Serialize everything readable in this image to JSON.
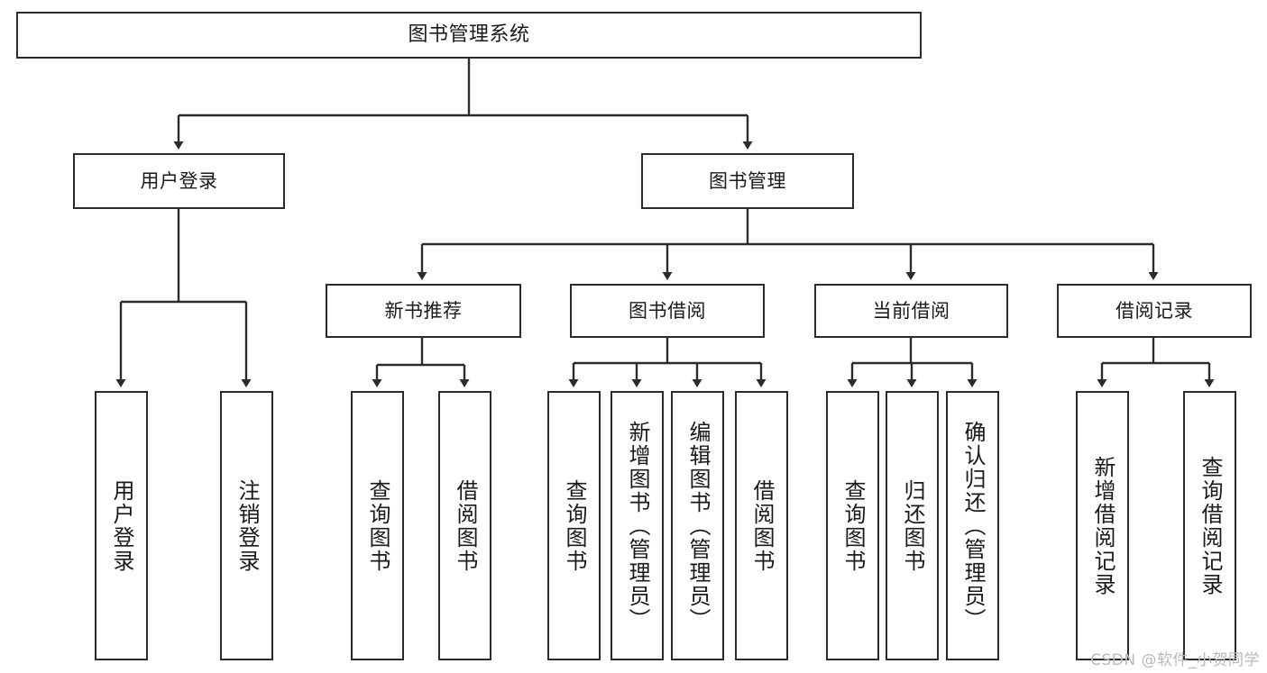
{
  "diagram": {
    "title": "图书管理系统",
    "type": "hierarchy-tree",
    "watermark": "CSDN @软件_小贺同学",
    "stroke_color": "#2b2b2b",
    "fill_color": "#ffffff",
    "text_color": "#1a1a1a",
    "watermark_color": "#b9b9b9"
  },
  "levels": {
    "level1": [
      {
        "id": "root",
        "label": "图书管理系统"
      }
    ],
    "level2": [
      {
        "id": "user-login",
        "label": "用户登录"
      },
      {
        "id": "book-manage",
        "label": "图书管理"
      }
    ],
    "level3": [
      {
        "id": "new-book-rec",
        "label": "新书推荐"
      },
      {
        "id": "book-borrow",
        "label": "图书借阅"
      },
      {
        "id": "current-borrow",
        "label": "当前借阅"
      },
      {
        "id": "borrow-record",
        "label": "借阅记录"
      }
    ],
    "level4": [
      {
        "id": "leaf-user-login",
        "label": "用户登录",
        "parent": "user-login"
      },
      {
        "id": "leaf-user-logout",
        "label": "注销登录",
        "parent": "user-login"
      },
      {
        "id": "leaf-query-book-1",
        "label": "查询图书",
        "parent": "new-book-rec"
      },
      {
        "id": "leaf-borrow-book-1",
        "label": "借阅图书",
        "parent": "new-book-rec"
      },
      {
        "id": "leaf-query-book-2",
        "label": "查询图书",
        "parent": "book-borrow"
      },
      {
        "id": "leaf-add-book",
        "label": "新增图书（管理员）",
        "parent": "book-borrow"
      },
      {
        "id": "leaf-edit-book",
        "label": "编辑图书（管理员）",
        "parent": "book-borrow"
      },
      {
        "id": "leaf-borrow-book-2",
        "label": "借阅图书",
        "parent": "book-borrow"
      },
      {
        "id": "leaf-query-book-3",
        "label": "查询图书",
        "parent": "current-borrow"
      },
      {
        "id": "leaf-return-book",
        "label": "归还图书",
        "parent": "current-borrow"
      },
      {
        "id": "leaf-confirm-return",
        "label": "确认归还（管理员）",
        "parent": "current-borrow"
      },
      {
        "id": "leaf-add-record",
        "label": "新增借阅记录",
        "parent": "borrow-record"
      },
      {
        "id": "leaf-query-record",
        "label": "查询借阅记录",
        "parent": "borrow-record"
      }
    ]
  }
}
